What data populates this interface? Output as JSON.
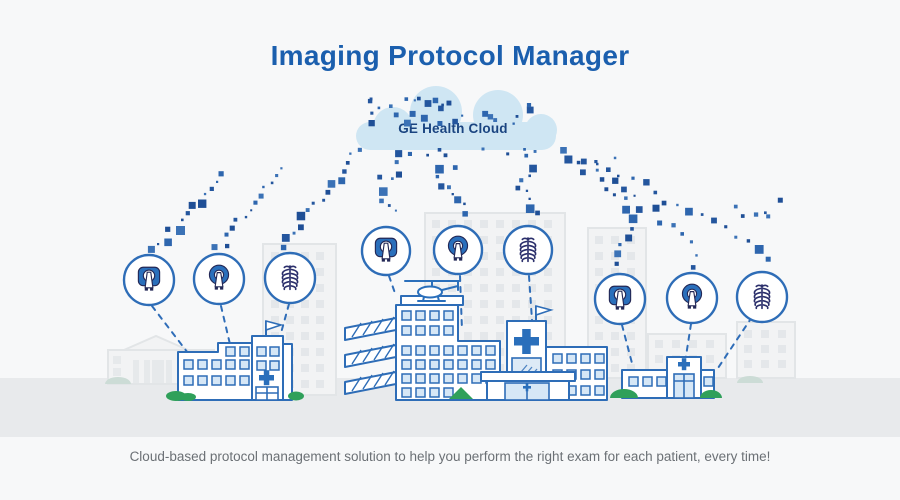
{
  "header": {
    "title": "Imaging Protocol Manager"
  },
  "cloud": {
    "label": "GE Health Cloud"
  },
  "footer": {
    "caption": "Cloud-based protocol management solution to help you perform the right exam for each patient, every time!"
  },
  "sites": [
    {
      "name": "left-clinic",
      "devices": [
        "mri-scanner",
        "ct-scanner",
        "chest-xray"
      ]
    },
    {
      "name": "main-hospital",
      "devices": [
        "mri-scanner",
        "ct-scanner",
        "chest-xray"
      ]
    },
    {
      "name": "right-clinic",
      "devices": [
        "mri-scanner",
        "ct-scanner",
        "chest-xray"
      ]
    }
  ],
  "colors": {
    "title_blue": "#1b5fae",
    "cloud_fill": "#cfe6f3",
    "cloud_text_navy": "#1a4480",
    "pixel_blue": "#2a5ca8",
    "outline_blue": "#2e6db7",
    "device_blue": "#2a6fbb",
    "device_navy": "#232856",
    "ribs_navy": "#2b2f6b",
    "window_blue": "#d6e7f6",
    "bush_green": "#2fa05a",
    "ground_gray": "#e8eaec",
    "background": "#f7f8f9",
    "caption_gray": "#6b7075"
  }
}
